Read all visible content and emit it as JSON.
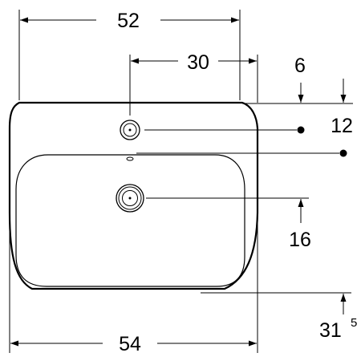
{
  "dimensions": {
    "top_width": "52",
    "tap_offset": "30",
    "back_depth": "6",
    "tap_hole_depth": "12",
    "drain_depth": "16",
    "height": "31",
    "height_fraction": "5",
    "bottom_width": "54"
  },
  "colors": {
    "line": "#000000",
    "background": "#ffffff"
  }
}
